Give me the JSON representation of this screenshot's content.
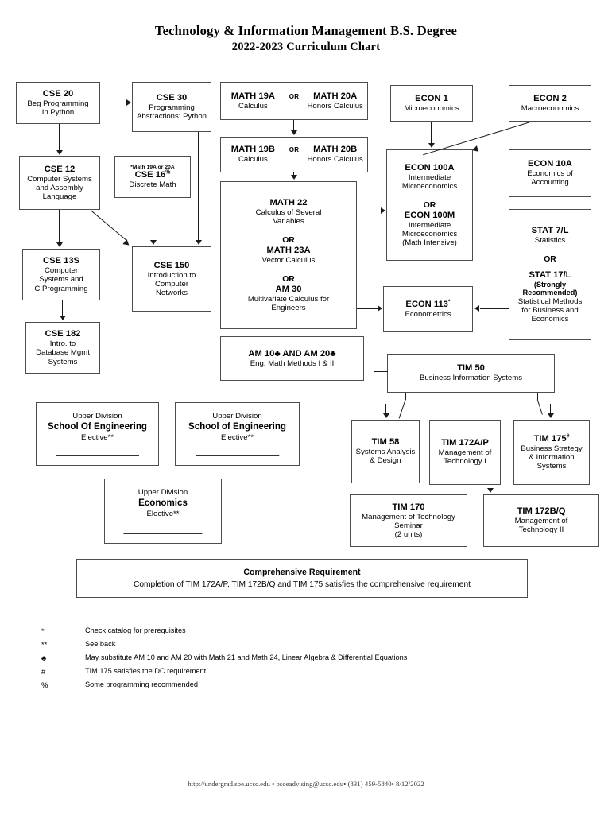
{
  "title": {
    "line1": "Technology & Information Management B.S. Degree",
    "line2": "2022-2023 Curriculum Chart"
  },
  "courses": {
    "cse20": {
      "code": "CSE 20",
      "desc1": "Beg Programming",
      "desc2": "In Python"
    },
    "cse30": {
      "code": "CSE 30",
      "desc1": "Programming",
      "desc2": "Abstractions: Python"
    },
    "cse12": {
      "code": "CSE 12",
      "desc1": "Computer Systems",
      "desc2": "and Assembly",
      "desc3": "Language"
    },
    "cse16": {
      "note": "*Math 19A or 20A",
      "code": "CSE 16",
      "sup": "%",
      "desc1": "Discrete Math"
    },
    "cse13s": {
      "code": "CSE 13S",
      "desc1": "Computer",
      "desc2": "Systems and",
      "desc3": "C Programming"
    },
    "cse150": {
      "code": "CSE 150",
      "desc1": "Introduction to",
      "desc2": "Computer",
      "desc3": "Networks"
    },
    "cse182": {
      "code": "CSE 182",
      "desc1": "Intro. to",
      "desc2": "Database Mgmt",
      "desc3": "Systems"
    },
    "math19a": {
      "left_code": "MATH 19A",
      "left_desc": "Calculus",
      "or": "OR",
      "right_code": "MATH 20A",
      "right_desc": "Honors Calculus"
    },
    "math19b": {
      "left_code": "MATH 19B",
      "left_desc": "Calculus",
      "or": "OR",
      "right_code": "MATH 20B",
      "right_desc": "Honors Calculus"
    },
    "math22": {
      "code": "MATH 22",
      "desc1": "Calculus of Several",
      "desc2": "Variables",
      "or1": "OR",
      "code2": "MATH 23A",
      "desc3": "Vector Calculus",
      "or2": "OR",
      "code3": "AM 30",
      "desc4": "Multivariate Calculus for",
      "desc5": "Engineers"
    },
    "am1020": {
      "code": "AM 10♣ AND AM 20♣",
      "desc1": "Eng. Math Methods I & II"
    },
    "econ1": {
      "code": "ECON 1",
      "desc1": "Microeconomics"
    },
    "econ2": {
      "code": "ECON 2",
      "desc1": "Macroeconomics"
    },
    "econ10a": {
      "code": "ECON 10A",
      "desc1": "Economics of",
      "desc2": "Accounting"
    },
    "econ100a": {
      "code": "ECON 100A",
      "desc1": "Intermediate",
      "desc2": "Microeconomics",
      "or": "OR",
      "code2": "ECON 100M",
      "desc3": "Intermediate",
      "desc4": "Microeconomics",
      "desc5": "(Math Intensive)"
    },
    "stat": {
      "code": "STAT 7/L",
      "desc1": "Statistics",
      "or": "OR",
      "code2": "STAT 17/L",
      "bold1": "(Strongly",
      "bold2": "Recommended)",
      "desc2": "Statistical Methods",
      "desc3": "for Business and",
      "desc4": "Economics"
    },
    "econ113": {
      "code": "ECON 113",
      "sup": "*",
      "desc1": "Econometrics"
    },
    "tim50": {
      "code": "TIM 50",
      "desc1": "Business Information Systems"
    },
    "tim58": {
      "code": "TIM 58",
      "desc1": "Systems Analysis",
      "desc2": "& Design"
    },
    "tim172ap": {
      "code": "TIM 172A/P",
      "desc1": "Management of",
      "desc2": "Technology I"
    },
    "tim175": {
      "code": "TIM 175",
      "sup": "#",
      "desc1": "Business Strategy",
      "desc2": "& Information",
      "desc3": "Systems"
    },
    "tim170": {
      "code": "TIM 170",
      "desc1": "Management of Technology",
      "desc2": "Seminar",
      "desc3": "(2 units)"
    },
    "tim172bq": {
      "code": "TIM 172B/Q",
      "desc1": "Management of",
      "desc2": "Technology II"
    }
  },
  "electives": [
    {
      "ud": "Upper Division",
      "subject": "School Of Engineering",
      "elective": "Elective**"
    },
    {
      "ud": "Upper Division",
      "subject": "School of Engineering",
      "elective": "Elective**"
    },
    {
      "ud": "Upper Division",
      "subject": "Economics",
      "elective": "Elective**"
    }
  ],
  "comprehensive": {
    "title": "Comprehensive Requirement",
    "body": "Completion of TIM 172A/P, TIM 172B/Q and TIM 175 satisfies the comprehensive requirement"
  },
  "footnotes": [
    {
      "symbol": "*",
      "text": "Check catalog for prerequisites"
    },
    {
      "symbol": "**",
      "text": "See back"
    },
    {
      "symbol": "♣",
      "text": "May substitute AM 10 and AM 20 with Math 21 and Math 24, Linear Algebra & Differential Equations"
    },
    {
      "symbol": "#",
      "text": "TIM 175 satisfies the DC requirement"
    },
    {
      "symbol": "%",
      "text": "Some programming recommended"
    }
  ],
  "footer": "http://undergrad.soe.ucsc.edu • bsoeadvising@ucsc.edu• (831) 459-5840• 8/12/2022"
}
